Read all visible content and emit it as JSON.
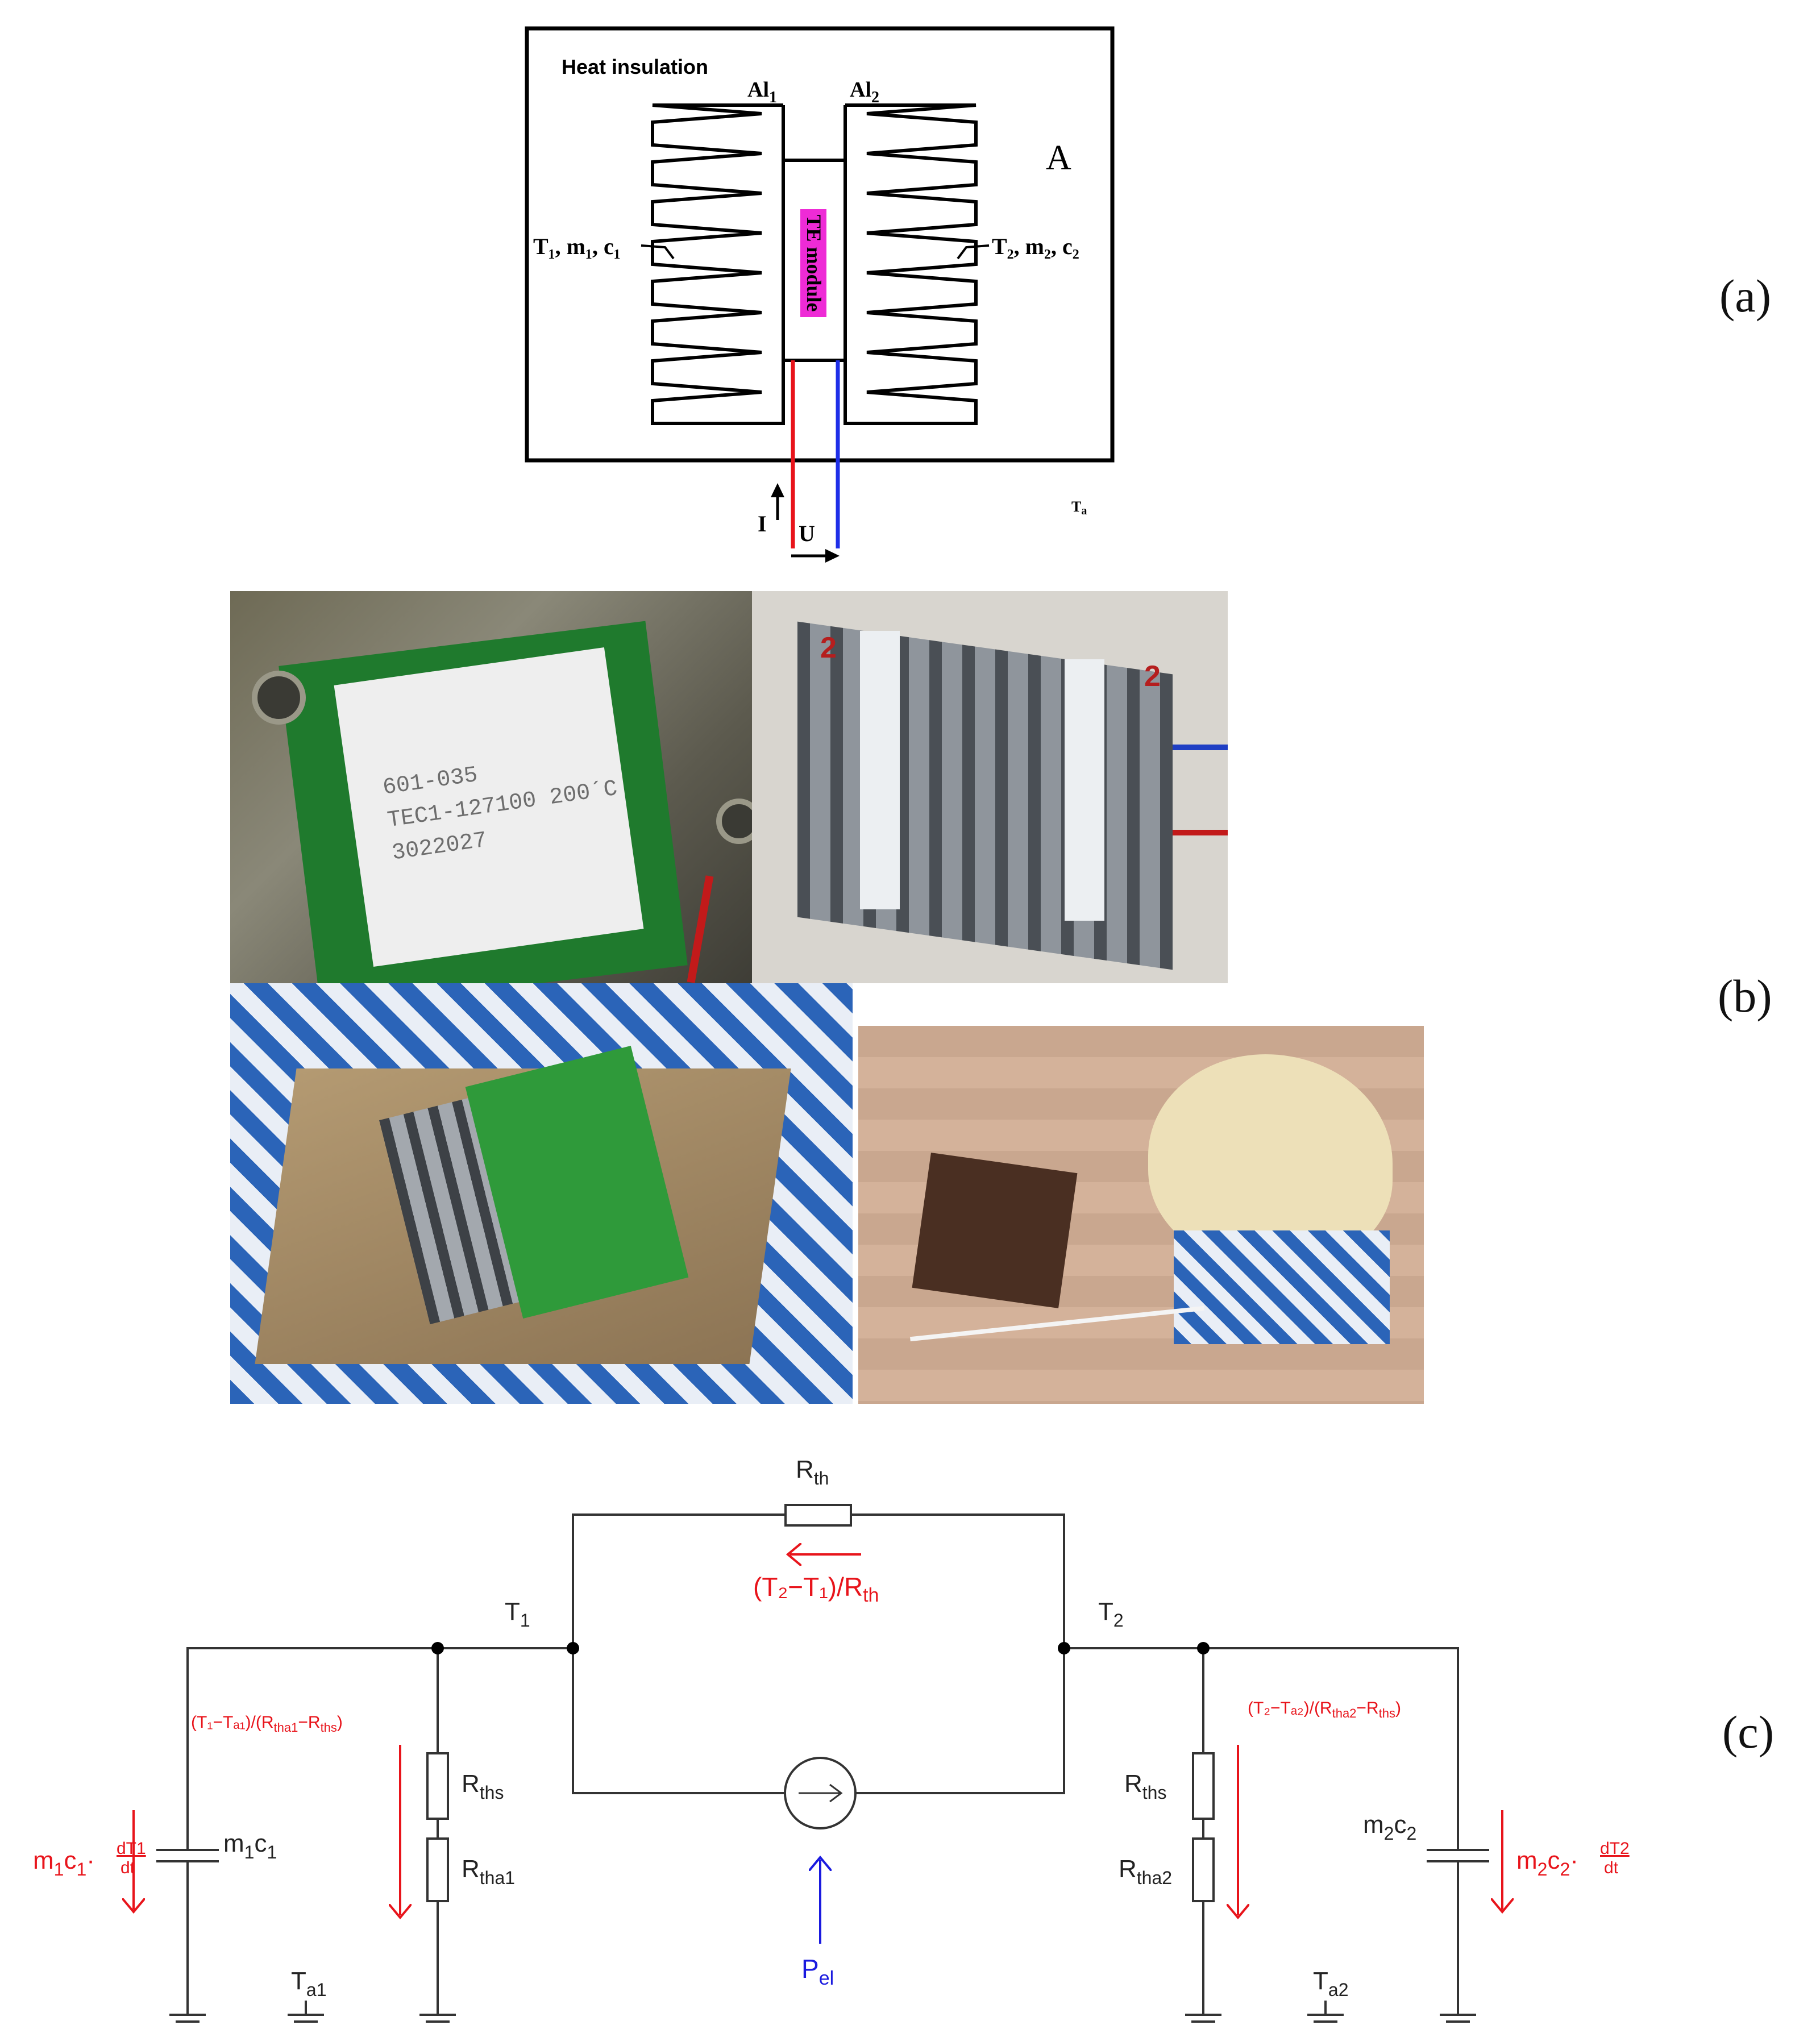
{
  "panel_labels": {
    "a": "(a)",
    "b": "(b)",
    "c": "(c)"
  },
  "diagram_a": {
    "heat_insulation": "Heat insulation",
    "al1": "Al",
    "al1_sub": "1",
    "al2": "Al",
    "al2_sub": "2",
    "region_label": "A",
    "te_module": "TE module",
    "left_params": "T₁, m₁, c₁",
    "right_params": "T₂, m₂, c₂",
    "ambient": "T",
    "ambient_sub": "a",
    "current": "I",
    "voltage": "U",
    "colors": {
      "red_wire": "#e8141b",
      "blue_wire": "#1f2fe8",
      "te_highlight": "#ee2bd6"
    }
  },
  "photos": {
    "module_caption": [
      "601-035",
      "TEC1-127100 200´C",
      "3022027"
    ],
    "sink_mark_left": "2",
    "sink_mark_right": "2"
  },
  "circuit_c": {
    "rth": "R",
    "rth_sub": "th",
    "t1": "T",
    "t1_sub": "1",
    "t2": "T",
    "t2_sub": "2",
    "flow_top": "(T₂−T₁)/R",
    "flow_top_sub": "th",
    "flow_left": "(T₁−Tₐ₁)/(R",
    "flow_left_sub1": "tha1",
    "flow_left_mid": "−R",
    "flow_left_sub2": "ths",
    "flow_left_end": ")",
    "flow_right": "(T₂−Tₐ₂)/(R",
    "flow_right_sub1": "tha2",
    "flow_right_mid": "−R",
    "flow_right_sub2": "ths",
    "flow_right_end": ")",
    "rths_left": "R",
    "rths_left_sub": "ths",
    "rtha1": "R",
    "rtha1_sub": "tha1",
    "rths_right": "R",
    "rths_right_sub": "ths",
    "rtha2": "R",
    "rtha2_sub": "tha2",
    "m1c1": "m",
    "m1c1_s1": "1",
    "m1c1_c": "c",
    "m1c1_s2": "1",
    "m2c2": "m",
    "m2c2_s1": "2",
    "m2c2_c": "c",
    "m2c2_s2": "2",
    "m1c1_flow": "m",
    "m1c1_flow_s1": "1",
    "m1c1_flow_c": "c",
    "m1c1_flow_s2": "1",
    "dT1_num": "dT1",
    "dT1_den": "dt",
    "m2c2_flow": "m",
    "m2c2_flow_s1": "2",
    "m2c2_flow_c": "c",
    "m2c2_flow_s2": "2",
    "dT2_num": "dT2",
    "dT2_den": "dt",
    "ta1": "T",
    "ta1_sub": "a1",
    "ta2": "T",
    "ta2_sub": "a2",
    "pel": "P",
    "pel_sub": "el",
    "colors": {
      "wire": "#333333",
      "flow": "#e8141b",
      "power": "#1a1adf"
    }
  }
}
